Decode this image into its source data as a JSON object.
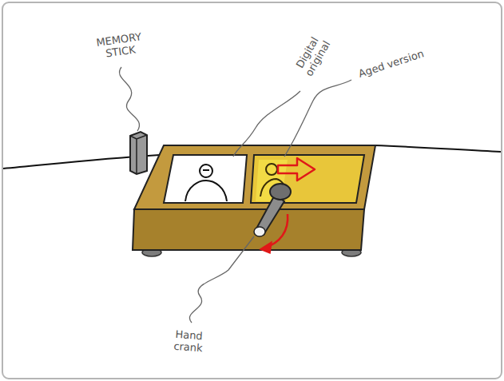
{
  "diagram": {
    "labels": [
      "MEMORY STICK",
      "Digital original",
      "Aged version",
      "Hand crank"
    ]
  }
}
